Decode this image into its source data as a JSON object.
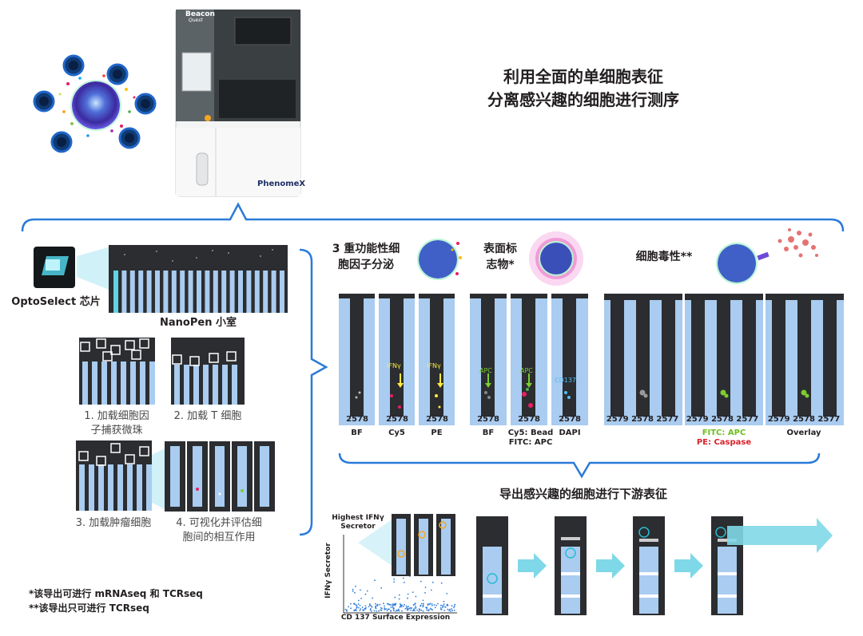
{
  "header": {
    "title_line1": "利用全面的单细胞表征",
    "title_line2": "分离感兴趣的细胞进行测序",
    "instrument_brand": "Beacon",
    "instrument_model": "Quest",
    "instrument_logo": "PhenomeX"
  },
  "left": {
    "chip_label": "OptoSelect 芯片",
    "nanopen_label": "NanoPen 小室",
    "step1_line1": "1. 加载细胞因",
    "step1_line2": "子捕获微珠",
    "step2": "2. 加载 T 细胞",
    "step3": "3. 加载肿瘤细胞",
    "step4_line1": "4. 可视化并评估细",
    "step4_line2": "胞间的相互作用"
  },
  "panels": {
    "cytokine_line1": "3 重功能性细",
    "cytokine_line2": "胞因子分泌",
    "surface_line1": "表面标",
    "surface_line2": "志物*",
    "cytotox": "细胞毒性**",
    "g1_labels": [
      "BF",
      "Cy5",
      "PE"
    ],
    "g1_ids": [
      "2578",
      "2578",
      "2578"
    ],
    "g1_marks": [
      "",
      "IFNγ",
      "IFNγ"
    ],
    "g2_labels": [
      "BF",
      "Cy5: Bead",
      "DAPI"
    ],
    "g2_label_extra": "FITC: APC",
    "g2_ids": [
      "2578",
      "2578",
      "2578"
    ],
    "g2_marks": [
      "",
      "APC",
      "CD137"
    ],
    "g2_mark_apc2": "APC",
    "g3_ids": [
      "2579",
      "2578",
      "2577"
    ],
    "g3_label_fitc": "FITC: APC",
    "g3_label_pe": "PE: Caspase",
    "g3_label_overlay": "Overlay"
  },
  "export": {
    "title": "导出感兴趣的细胞进行下游表征",
    "highest_line1": "Highest IFNγ",
    "highest_line2": "Secretor",
    "y_axis": "IFNγ Secretor",
    "x_axis": "CD 137 Surface Expression"
  },
  "footnotes": {
    "note1": "*该导出可进行 mRNAseq 和 TCRseq",
    "note2": "**该导出只可进行 TCRseq"
  },
  "colors": {
    "accent_blue": "#1a73e8",
    "pen_blue": "#a9ccf0",
    "pen_dark": "#2b2d30",
    "green": "#4caf1f",
    "red": "#d8222a",
    "teal": "#5ad3e0"
  }
}
